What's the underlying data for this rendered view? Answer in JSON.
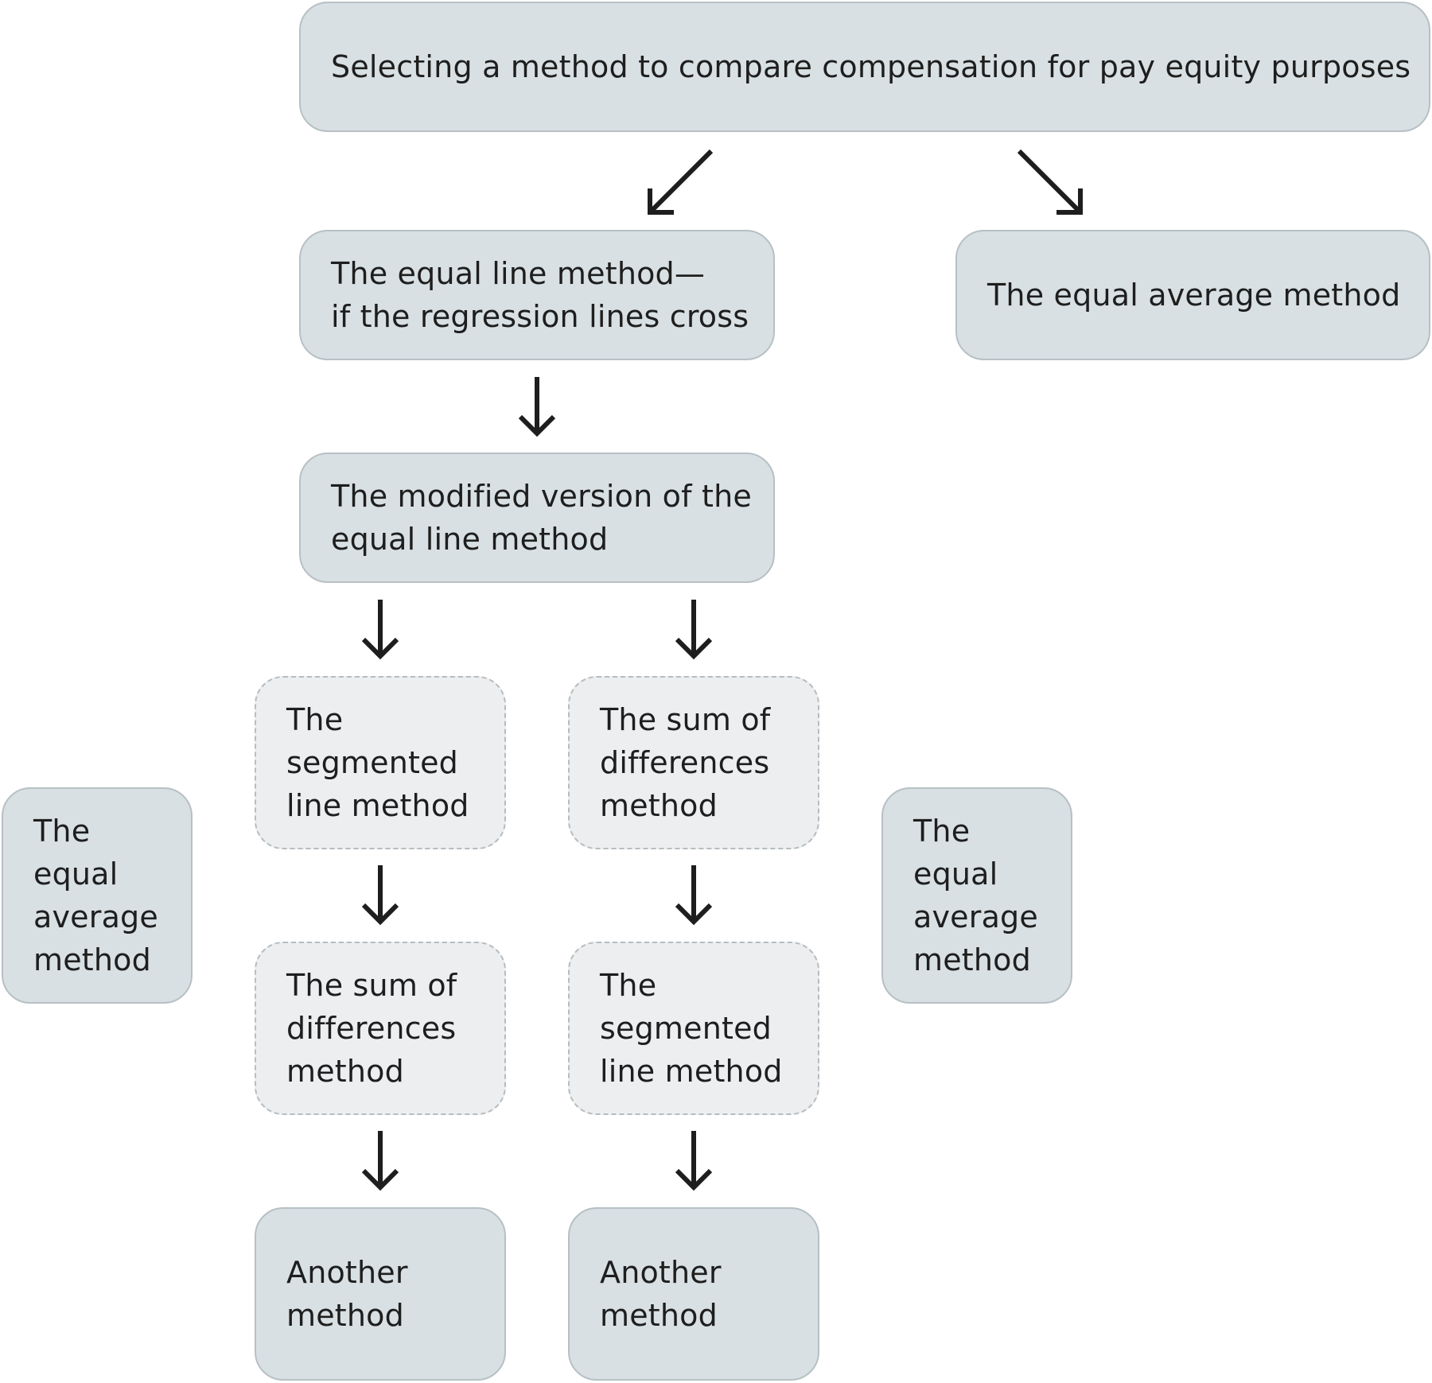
{
  "title_box": "Selecting a method to compare compensation for pay equity purposes",
  "equal_line_box": "The equal line method—\nif the regression lines cross",
  "equal_average_top": "The equal average method",
  "modified_box": "The modified version of the\nequal line method",
  "left_branch": {
    "first": "The\nsegmented\nline method",
    "second": "The sum of\ndifferences\nmethod",
    "final": "Another\nmethod"
  },
  "right_branch": {
    "first": "The sum of\ndifferences\nmethod",
    "second": "The\nsegmented\nline method",
    "final": "Another\nmethod"
  },
  "side_left": "The\nequal\naverage\nmethod",
  "side_right": "The\nequal\naverage\nmethod"
}
